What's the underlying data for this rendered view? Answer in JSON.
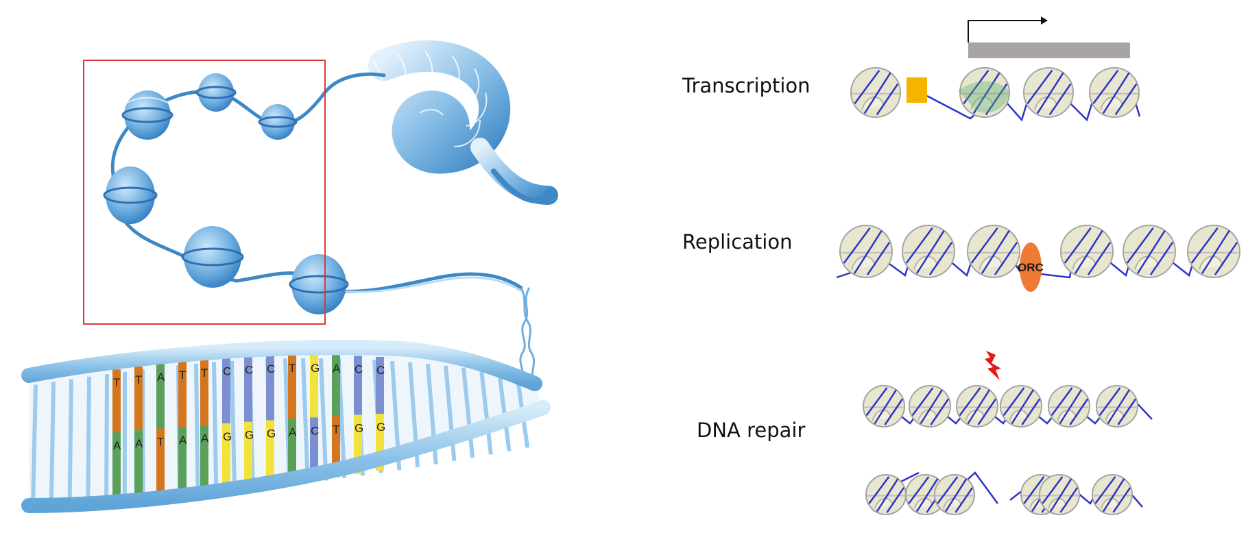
{
  "left_illustration": {
    "strand_top_bases": [
      "T",
      "T",
      "A",
      "T",
      "T",
      "C",
      "C",
      "C",
      "T",
      "G",
      "A",
      "C",
      "C"
    ],
    "strand_bottom_bases": [
      "A",
      "A",
      "T",
      "A",
      "A",
      "G",
      "G",
      "G",
      "A",
      "C",
      "T",
      "G",
      "G"
    ],
    "base_colors": {
      "A": "#5aa05a",
      "T": "#d4761e",
      "C": "#7c8fd0",
      "G": "#f2e23c"
    },
    "highlight_box_color": "#d83a3a",
    "nucleosome_color": "#5b9ed6",
    "backbone_color": "#8ec3e8"
  },
  "panels": {
    "transcription": {
      "label": "Transcription",
      "factor_color": "#f5b400",
      "polymerase_color": "#5bb06a",
      "gene_bar_color": "#a8a4a4"
    },
    "replication": {
      "label": "Replication",
      "orc_label": "ORC",
      "orc_color": "#ef7a35"
    },
    "dna_repair": {
      "label": "DNA repair",
      "damage_color": "#e21a1a"
    }
  },
  "colors": {
    "nucleosome_fill": "#e8e6cf",
    "nucleosome_stroke": "#a3a3a3",
    "dna_line": "#2a34c8"
  }
}
